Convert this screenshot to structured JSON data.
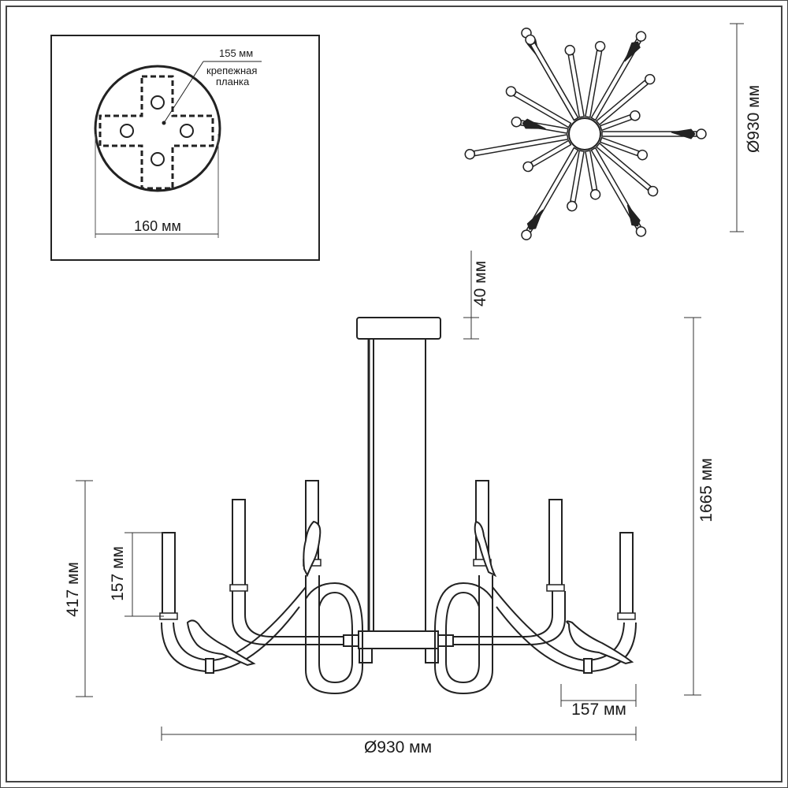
{
  "mount_plate": {
    "plate_diameter_label": "155 мм",
    "bracket_label_line1": "крепежная",
    "bracket_label_line2": "планка",
    "width_label": "160 мм"
  },
  "top_view": {
    "diameter_label": "Ø930 мм"
  },
  "side_view": {
    "canopy_height_label": "40 мм",
    "total_height_label": "1665 мм",
    "body_height_label": "417 мм",
    "candle_height_label": "157 мм",
    "arm_offset_label": "157 мм",
    "diameter_label": "Ø930 мм"
  },
  "colors": {
    "line": "#1a1a1a",
    "frame": "#444444",
    "background": "#ffffff"
  }
}
